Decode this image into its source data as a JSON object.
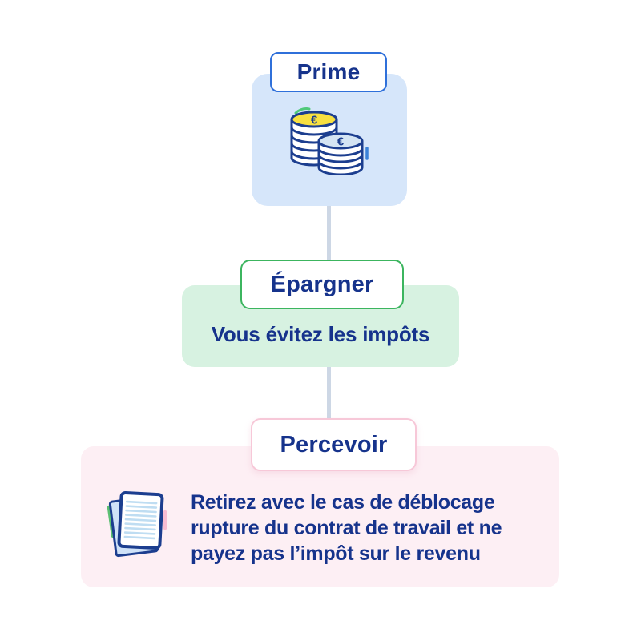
{
  "colors": {
    "navy_text": "#16338C",
    "blue_border": "#2F70DA",
    "blue_panel": "#D6E6FA",
    "green_border": "#3CB55F",
    "green_panel": "#D7F2E1",
    "pink_border": "#F7C8D8",
    "pink_panel": "#FDEFF4",
    "connector": "#CDD7E5",
    "coin_yellow": "#F8E040",
    "coin_blue_top": "#D4E4F3"
  },
  "steps": {
    "prime": {
      "label": "Prime",
      "icon": "coins-icon",
      "currency_symbol": "€"
    },
    "epargner": {
      "label": "Épargner",
      "benefit": "Vous évitez les impôts"
    },
    "percevoir": {
      "label": "Percevoir",
      "icon": "document-icon",
      "description_lines": [
        "Retirez avec le cas de déblocage",
        "rupture du contrat de travail et ne",
        "payez pas l’impôt sur le revenu"
      ]
    }
  }
}
